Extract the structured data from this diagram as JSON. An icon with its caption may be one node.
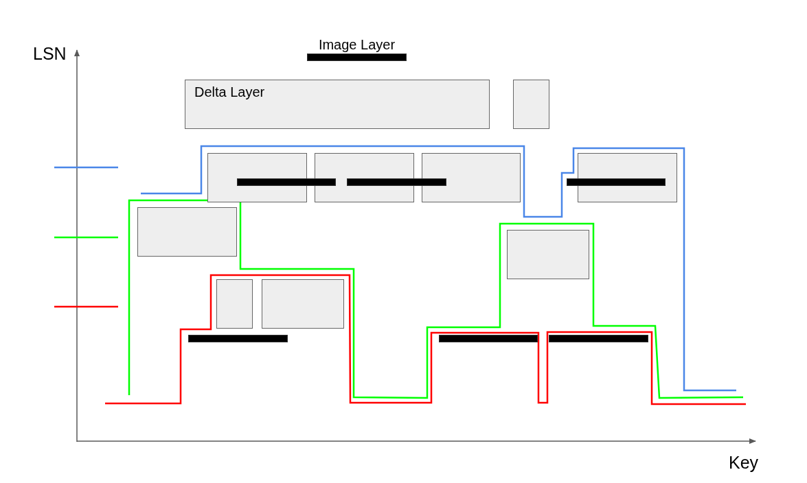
{
  "diagram": {
    "nodes": [
      {
        "text": [
          "Image Layer"
        ]
      },
      {
        "text": [
          "Delta Layer"
        ]
      },
      {
        "text": [],
        "shape": "box"
      },
      {
        "text": [],
        "shape": "box"
      },
      {
        "text": [],
        "shape": "box"
      },
      {
        "text": [],
        "shape": "box"
      },
      {
        "text": [],
        "shape": "box"
      },
      {
        "text": [],
        "shape": "bar"
      },
      {
        "text": [],
        "shape": "bar"
      },
      {
        "text": [],
        "shape": "bar"
      },
      {
        "text": [],
        "shape": "box"
      },
      {
        "text": [],
        "shape": "box"
      },
      {
        "text": [],
        "shape": "box"
      },
      {
        "text": [],
        "shape": "box"
      },
      {
        "text": [],
        "shape": "bar"
      },
      {
        "text": [],
        "shape": "bar"
      },
      {
        "text": [],
        "shape": "bar"
      }
    ],
    "labels": [
      "LSN",
      "Key"
    ]
  }
}
